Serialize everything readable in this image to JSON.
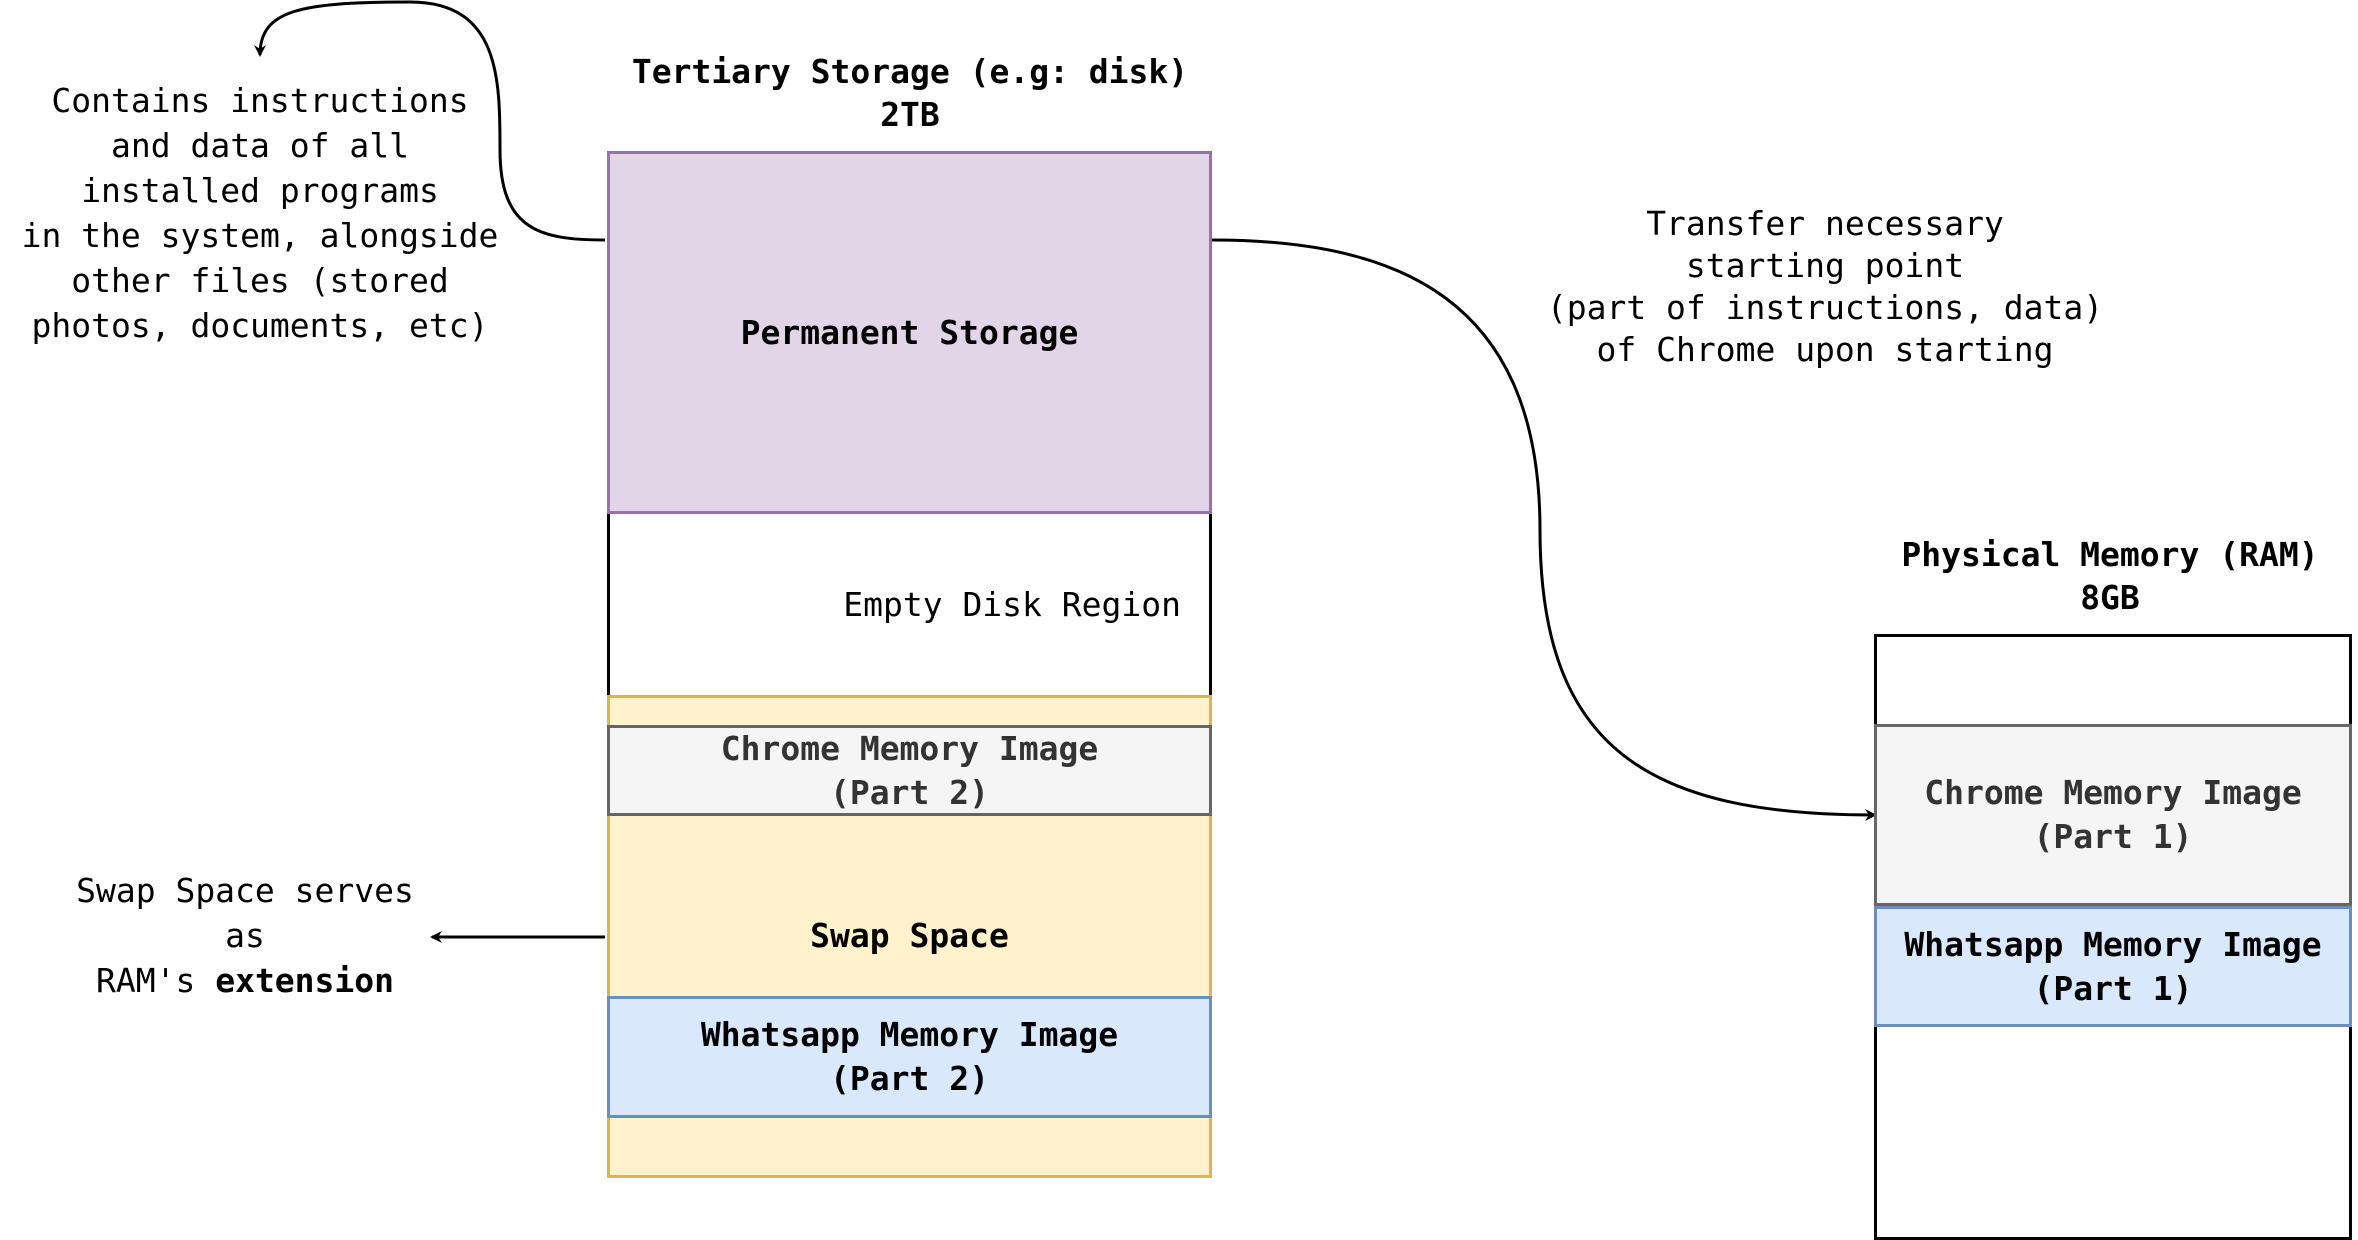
{
  "disk": {
    "title": "Tertiary Storage (e.g: disk)",
    "size": "2TB",
    "permanent_label": "Permanent Storage",
    "empty_label": "Empty Disk Region",
    "chrome_label": "Chrome Memory Image\n(Part 2)",
    "swap_label": "Swap Space",
    "whatsapp_label": "Whatsapp Memory Image\n(Part 2)",
    "colors": {
      "permanent_fill": "#e1d5e7",
      "permanent_stroke": "#9673a6",
      "swap_fill": "#fff2cc",
      "swap_stroke": "#d6b656"
    }
  },
  "ram": {
    "title": "Physical Memory (RAM)",
    "size": "8GB",
    "chrome_label": "Chrome Memory Image\n(Part 1)",
    "whatsapp_label": "Whatsapp Memory Image\n(Part 1)",
    "colors": {
      "chrome_fill": "#f5f5f5",
      "chrome_stroke": "#666666",
      "whatsapp_fill": "#dae8fc",
      "whatsapp_stroke": "#6c8ebf"
    }
  },
  "notes": {
    "permanent_note": "Contains instructions\nand data of all\ninstalled programs\nin the system, alongside\nother files (stored\nphotos, documents, etc)",
    "transfer_note": "Transfer necessary\nstarting point\n(part of instructions, data)\nof Chrome upon starting",
    "swap_note_prefix": "Swap Space serves\nas\nRAM's ",
    "swap_note_bold": "extension"
  }
}
